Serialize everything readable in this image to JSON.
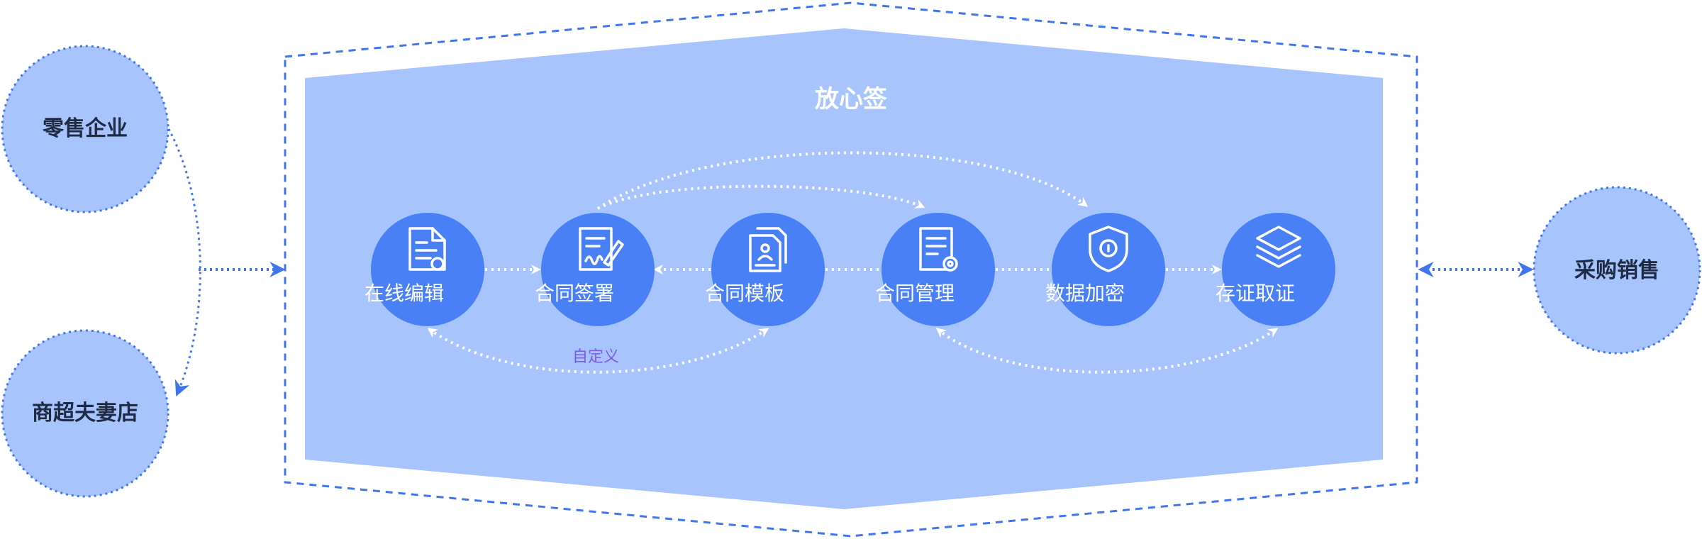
{
  "external": {
    "retail": "零售企业",
    "mom_pop": "商超夫妻店",
    "purchase_sales": "采购销售"
  },
  "platform": {
    "title": "放心签",
    "nodes": [
      {
        "label": "在线编辑",
        "icon": "online-edit-icon"
      },
      {
        "label": "合同签署",
        "icon": "contract-sign-icon"
      },
      {
        "label": "合同模板",
        "icon": "contract-template-icon"
      },
      {
        "label": "合同管理",
        "icon": "contract-manage-icon"
      },
      {
        "label": "数据加密",
        "icon": "shield-lock-icon"
      },
      {
        "label": "存证取证",
        "icon": "layers-icon"
      }
    ],
    "custom_label": "自定义"
  },
  "colors": {
    "node_fill": "#4a80f6",
    "panel_fill": "#a7c4fc",
    "outline": "#3f76ee",
    "ext_fill": "#a7c4fc",
    "custom_text": "#7c5ce6"
  }
}
